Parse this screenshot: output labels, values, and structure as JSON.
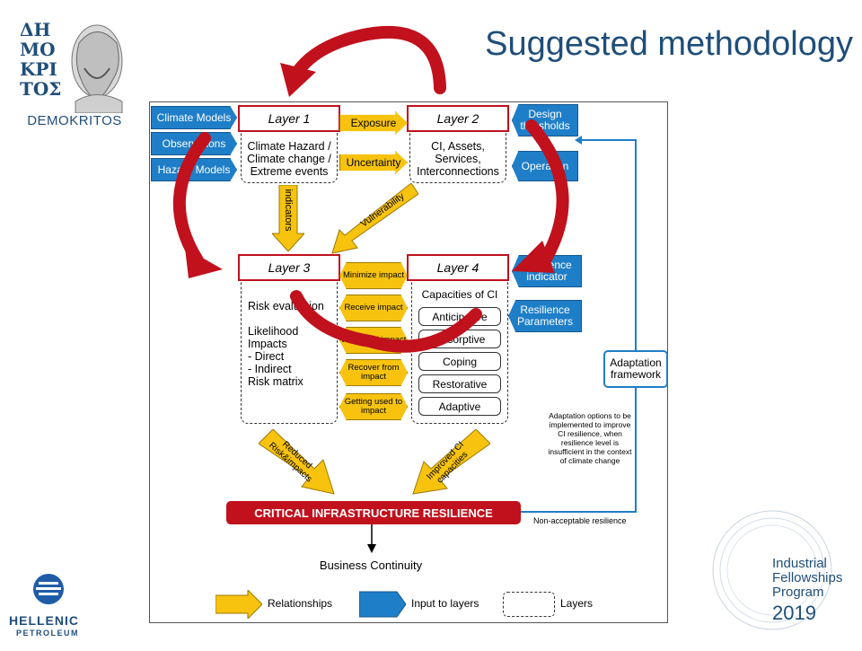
{
  "title": "Suggested methodology",
  "logos": {
    "demokritos_greek": [
      "ΔΗ",
      "ΜΟ",
      "ΚΡΙ",
      "ΤΟΣ"
    ],
    "demokritos": "DEMOKRITOS",
    "hellenic": "HELLENIC",
    "petroleum": "PETROLEUM",
    "ifp_lines": [
      "Industrial",
      "Fellowships",
      "Program"
    ],
    "ifp_year": "2019"
  },
  "inputs_left": [
    "Climate Models",
    "Observations",
    "Hazard Models"
  ],
  "inputs_right_top": [
    "Design thresholds",
    "Operation"
  ],
  "inputs_right_mid": [
    "Resilience indicator",
    "Resilience Parameters"
  ],
  "layers": {
    "l1": {
      "title": "Layer 1",
      "text": [
        "Climate Hazard /",
        "Climate change /",
        "Extreme events"
      ]
    },
    "l2": {
      "title": "Layer 2",
      "text": [
        "CI, Assets,",
        "Services,",
        "Interconnections"
      ]
    },
    "l3": {
      "title": "Layer 3",
      "text": [
        "Risk evaluation",
        "",
        "Likelihood",
        "Impacts",
        "- Direct",
        "- Indirect",
        "Risk matrix"
      ]
    },
    "l4": {
      "title": "Layer 4",
      "heading": "Capacities of CI",
      "capacities": [
        "Anticipative",
        "Absorptive",
        "Coping",
        "Restorative",
        "Adaptive"
      ]
    }
  },
  "relations": {
    "exposure": "Exposure",
    "uncertainty": "Uncertainty",
    "indicators": "indicators",
    "vulnerability": "Vulnerability",
    "reduced": "Reduced Risk&impacts",
    "improved": "Improved CI capacities"
  },
  "middle": [
    "Minimize impact",
    "Receive impact",
    "Withstand impact",
    "Recover from impact",
    "Getting used to impact"
  ],
  "adaptation": {
    "label": "Adaptation framework",
    "note": "Adaptation options to be implemented to improve CI resilience, when resilience level is insufficient in the context of climate change",
    "nonacceptable": "Non-acceptable resilience"
  },
  "cir": "CRITICAL INFRASTRUCTURE RESILIENCE",
  "business": "Business Continuity",
  "legend": {
    "relationships": "Relationships",
    "input": "Input to layers",
    "layers": "Layers"
  },
  "colors": {
    "accent_red": "#c0111d",
    "blue": "#1f7ec8",
    "yellow": "#f7c30f",
    "title": "#1f4e79"
  }
}
